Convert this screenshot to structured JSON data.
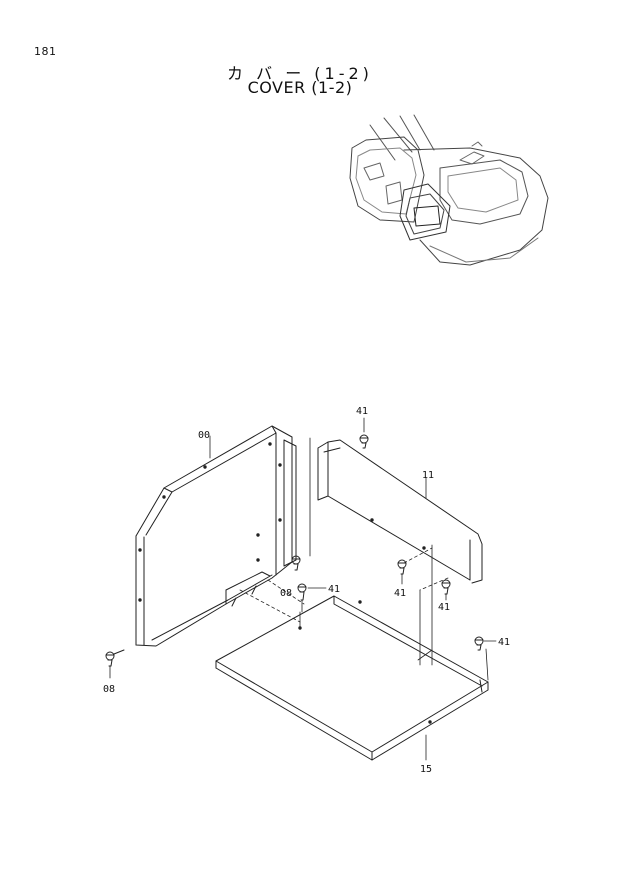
{
  "page": {
    "number": "181"
  },
  "title": {
    "japanese": "カ バ ー (1-2)",
    "english": "COVER (1-2)"
  },
  "callouts": {
    "c00": "00",
    "c08a": "08",
    "c08b": "08",
    "c11": "11",
    "c15": "15",
    "c41a": "41",
    "c41b": "41",
    "c41c": "41",
    "c41d": "41",
    "c41e": "41"
  }
}
